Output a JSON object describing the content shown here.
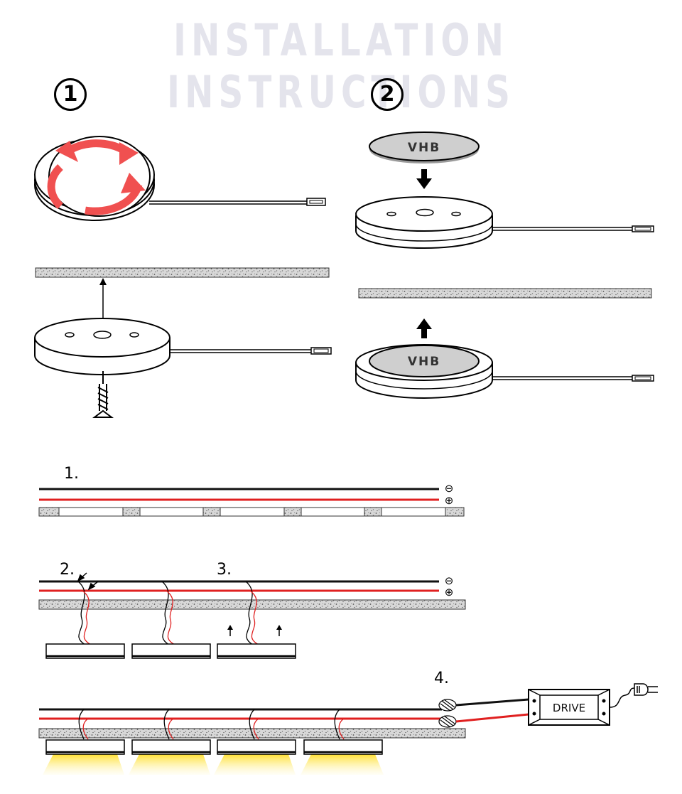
{
  "title": "INSTALLATION INSTRUCTIONS",
  "steps": {
    "one": "1",
    "two": "2"
  },
  "adhesive_label": "VHB",
  "wiring": {
    "step1": "1.",
    "step2": "2.",
    "step3": "3.",
    "step4": "4.",
    "minus_symbol": "⊖",
    "plus_symbol": "⊕",
    "driver_label": "DRIVE"
  },
  "colors": {
    "title": "#e4e4ec",
    "wire_positive": "#e02020",
    "wire_negative": "#111111",
    "arrow_rotate": "#f05050",
    "light": "#ffe040"
  }
}
